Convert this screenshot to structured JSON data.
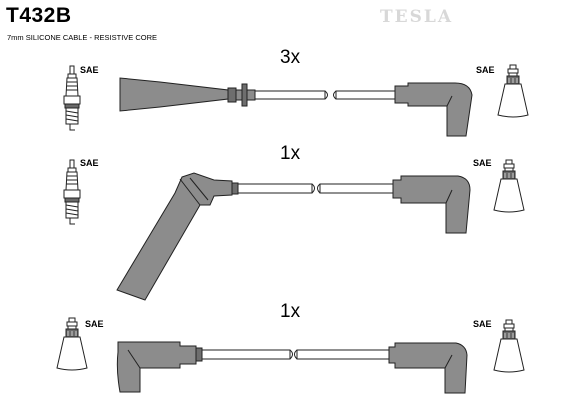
{
  "header": {
    "part_number": "T432B",
    "subtitle": "7mm SILICONE CABLE - RESISTIVE CORE",
    "brand": "TESLA"
  },
  "sets": [
    {
      "quantity": "3x",
      "left_label": "SAE",
      "right_label": "SAE"
    },
    {
      "quantity": "1x",
      "left_label": "SAE",
      "right_label": "SAE"
    },
    {
      "quantity": "1x",
      "left_label": "SAE",
      "right_label": "SAE"
    }
  ]
}
